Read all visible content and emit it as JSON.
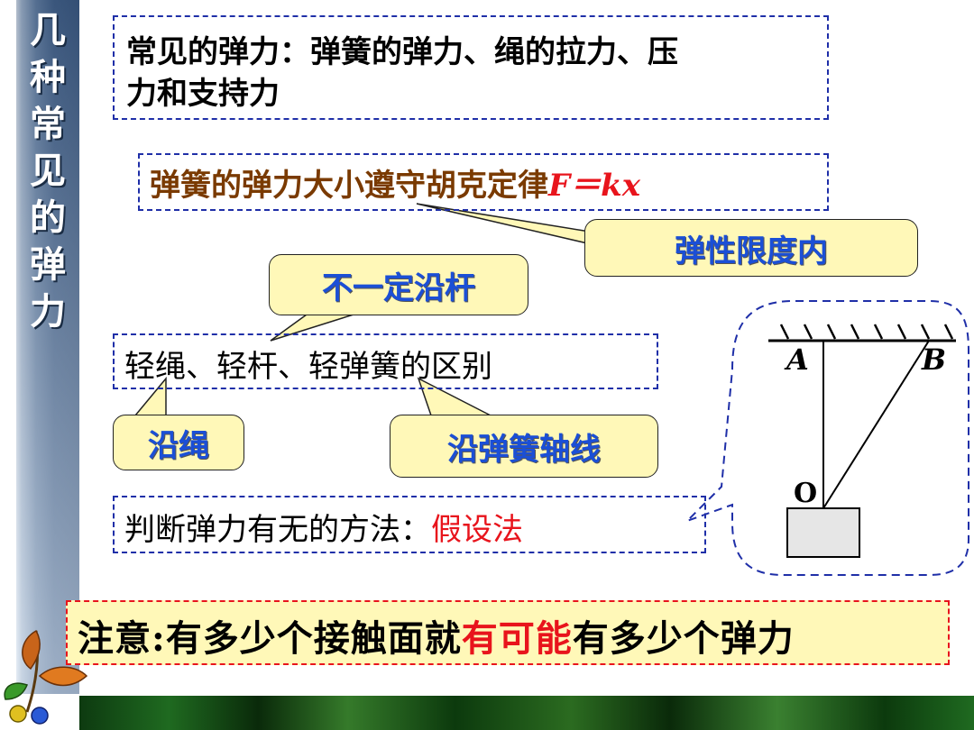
{
  "sidebar": {
    "title_chars": [
      "几",
      "种",
      "常",
      "见",
      "的",
      "弹",
      "力"
    ]
  },
  "box1": {
    "line1": "常见的弹力：弹簧的弹力、绳的拉力、压",
    "line2": "力和支持力"
  },
  "box2": {
    "text": "弹簧的弹力大小遵守胡克定律",
    "formula": "F＝kx"
  },
  "callouts": {
    "elastic_limit": "弹性限度内",
    "not_along_rod": "不一定沿杆",
    "along_rope": "沿绳",
    "along_spring_axis": "沿弹簧轴线"
  },
  "box3": {
    "text": "轻绳、轻杆、轻弹簧的区别"
  },
  "box4": {
    "text": "判断弹力有无的方法：",
    "highlight": "假设法"
  },
  "diagram": {
    "label_a": "A",
    "label_b": "B",
    "label_o": "O"
  },
  "note": {
    "prefix": "注意:有多少个接触面就",
    "highlight": "有可能",
    "suffix": "有多少个弹力"
  },
  "colors": {
    "accent_red": "#e8141c",
    "callout_blue": "#1b4fd6",
    "box_border": "#1f2fa8"
  }
}
